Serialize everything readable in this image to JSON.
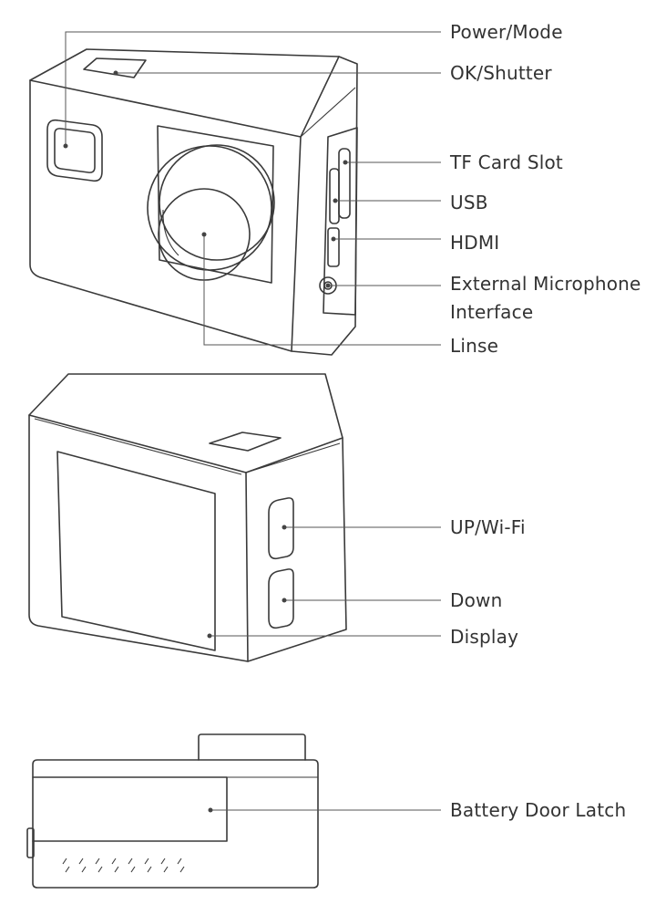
{
  "labels": {
    "power_mode": "Power/Mode",
    "ok_shutter": "OK/Shutter",
    "tf_card_slot": "TF Card Slot",
    "usb": "USB",
    "hdmi": "HDMI",
    "external_mic_line1": "External Microphone",
    "external_mic_line2": "Interface",
    "linse": "Linse",
    "up_wifi": "UP/Wi-Fi",
    "down": "Down",
    "display": "Display",
    "battery_door_latch": "Battery Door Latch"
  }
}
